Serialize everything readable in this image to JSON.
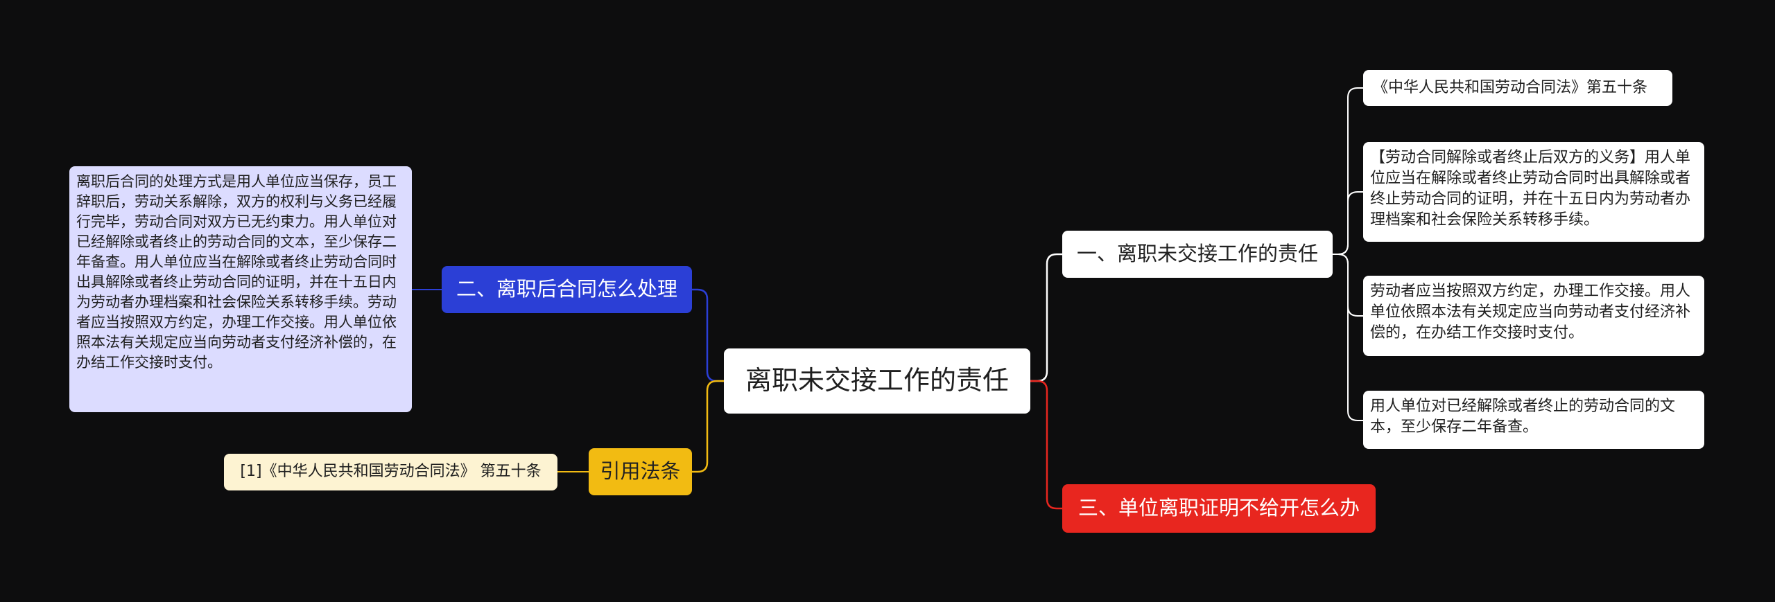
{
  "diagram": {
    "root": {
      "label": "离职未交接工作的责任"
    },
    "branches": {
      "responsibility": {
        "label": "一、离职未交接工作的责任",
        "color": "#ffffff",
        "line_color": "#ffffff",
        "leaves": [
          "《中华人民共和国劳动合同法》第五十条",
          "【劳动合同解除或者终止后双方的义务】用人单位应当在解除或者终止劳动合同时出具解除或者终止劳动合同的证明，并在十五日内为劳动者办理档案和社会保险关系转移手续。",
          "劳动者应当按照双方约定，办理工作交接。用人单位依照本法有关规定应当向劳动者支付经济补偿的，在办结工作交接时支付。",
          "用人单位对已经解除或者终止的劳动合同的文本，至少保存二年备查。"
        ]
      },
      "certificate": {
        "label": "三、单位离职证明不给开怎么办",
        "color": "#e8261f",
        "line_color": "#e8261f"
      },
      "contract": {
        "label": "二、离职后合同怎么处理",
        "color": "#2b3fd6",
        "line_color": "#2b3fd6",
        "leaf": "离职后合同的处理方式是用人单位应当保存，员工辞职后，劳动关系解除，双方的权利与义务已经履行完毕，劳动合同对双方已无约束力。用人单位对已经解除或者终止的劳动合同的文本，至少保存二年备查。用人单位应当在解除或者终止劳动合同时出具解除或者终止劳动合同的证明，并在十五日内为劳动者办理档案和社会保险关系转移手续。劳动者应当按照双方约定，办理工作交接。用人单位依照本法有关规定应当向劳动者支付经济补偿的，在办结工作交接时支付。"
      },
      "citation": {
        "label": "引用法条",
        "color": "#f2bb12",
        "line_color": "#f2bb12",
        "leaf": "[1]《中华人民共和国劳动合同法》 第五十条"
      }
    }
  }
}
